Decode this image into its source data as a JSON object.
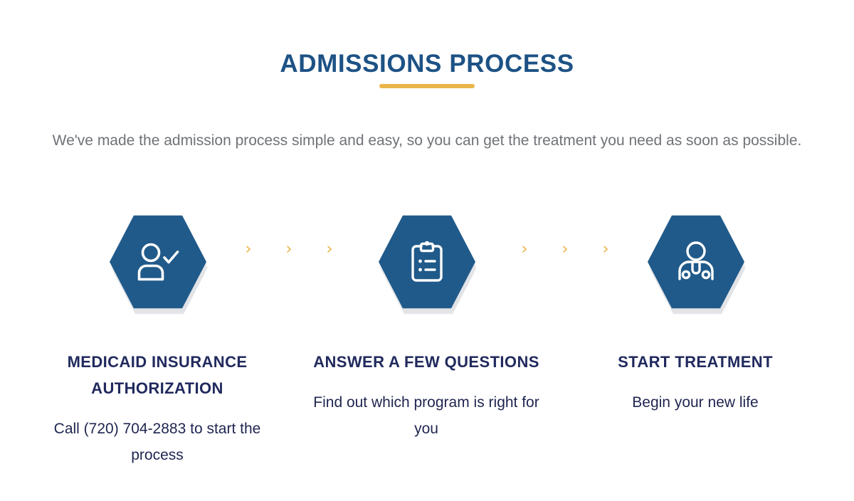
{
  "header": {
    "title": "ADMISSIONS PROCESS",
    "subtitle": "We've made the admission process simple and easy, so you can get the treatment you need as soon as possible.",
    "divider_color": "#eab54a",
    "title_color": "#1d5285",
    "subtitle_color": "#6f7277"
  },
  "theme": {
    "hexagon_fill": "#205a8a",
    "accent_gold": "#eab54a",
    "heading_navy": "#212a5e",
    "body_navy": "#1f2550",
    "background": "#ffffff"
  },
  "steps": [
    {
      "icon": "user-check-icon",
      "heading": "MEDICAID INSURANCE AUTHORIZATION",
      "description": "Call (720) 704-2883 to start the process",
      "phone": "(720) 704-2883"
    },
    {
      "icon": "clipboard-checklist-icon",
      "heading": "ANSWER A FEW QUESTIONS",
      "description": "Find out which program is right for you"
    },
    {
      "icon": "doctor-stethoscope-icon",
      "heading": "START TREATMENT",
      "description": "Begin your new life"
    }
  ],
  "connectors": {
    "glyph": "›",
    "count_per_gap": 3,
    "gaps": 2
  }
}
